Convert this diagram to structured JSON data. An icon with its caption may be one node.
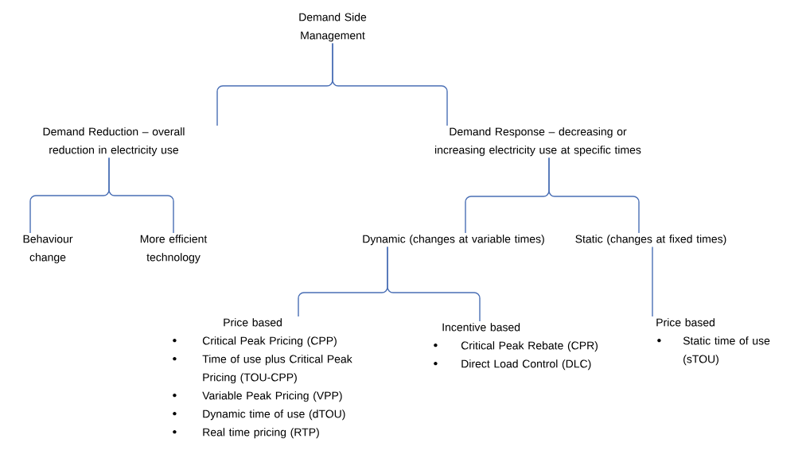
{
  "diagram": {
    "nodes": [
      {
        "text": [
          "Demand Side Management"
        ]
      },
      {
        "text": [
          "Demand Reduction – overall reduction in electricity use"
        ]
      },
      {
        "text": [
          "Demand Response – decreasing or increasing electricity use at specific times"
        ]
      },
      {
        "text": [
          "Behaviour change"
        ]
      },
      {
        "text": [
          "More efficient technology"
        ]
      },
      {
        "text": [
          "Dynamic (changes at variable times)"
        ]
      },
      {
        "text": [
          "Static (changes at fixed times)"
        ]
      },
      {
        "text": [
          "Price based",
          "Critical Peak Pricing (CPP)",
          "Time of use plus Critical Peak Pricing (TOU-CPP)",
          "Variable Peak Pricing (VPP)",
          "Dynamic time of use (dTOU)",
          "Real time pricing (RTP)"
        ]
      },
      {
        "text": [
          "Incentive based",
          "Critical Peak Rebate (CPR)",
          "Direct Load Control (DLC)"
        ]
      },
      {
        "text": [
          "Price based",
          "Static time of use (sTOU)"
        ]
      }
    ],
    "edges": [
      {
        "from": 0,
        "to": 1,
        "arrow": "none"
      },
      {
        "from": 0,
        "to": 2,
        "arrow": "none"
      },
      {
        "from": 1,
        "to": 3,
        "arrow": "none"
      },
      {
        "from": 1,
        "to": 4,
        "arrow": "none"
      },
      {
        "from": 2,
        "to": 5,
        "arrow": "none"
      },
      {
        "from": 2,
        "to": 6,
        "arrow": "none"
      },
      {
        "from": 5,
        "to": 7,
        "arrow": "none"
      },
      {
        "from": 5,
        "to": 8,
        "arrow": "none"
      },
      {
        "from": 6,
        "to": 9,
        "arrow": "none"
      }
    ]
  }
}
